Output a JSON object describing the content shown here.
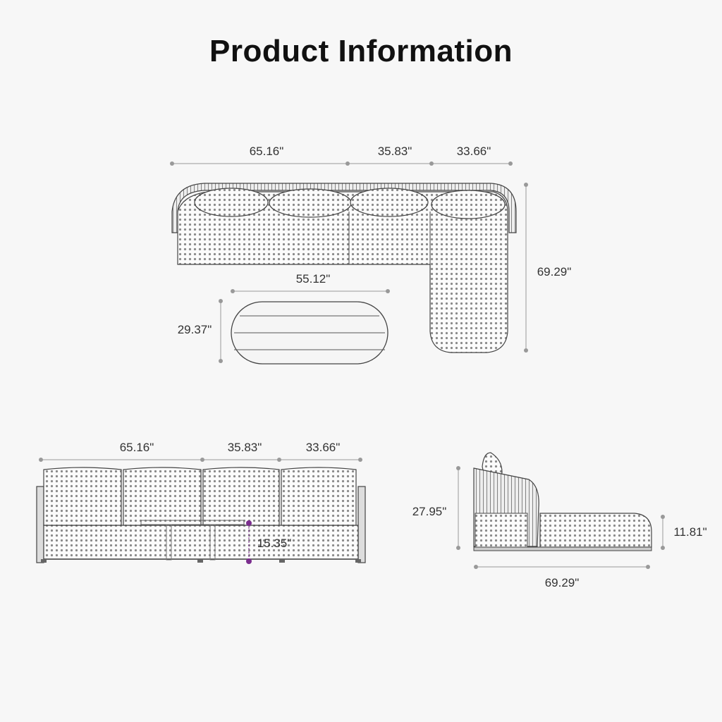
{
  "title": "Product Information",
  "top_view": {
    "sofa_widths": [
      "65.16\"",
      "35.83\"",
      "33.66\""
    ],
    "chaise_length": "69.29\"",
    "table_length": "55.12\"",
    "table_width": "29.37\""
  },
  "front_view": {
    "widths": [
      "65.16\"",
      "35.83\"",
      "33.66\""
    ],
    "table_height": "15.35\""
  },
  "side_view": {
    "back_height": "27.95\"",
    "seat_height": "11.81\"",
    "depth": "69.29\""
  },
  "colors": {
    "line": "#444444",
    "dim_line": "#999999",
    "dot": "#8a8a8a",
    "accent": "#7b2d8e"
  }
}
